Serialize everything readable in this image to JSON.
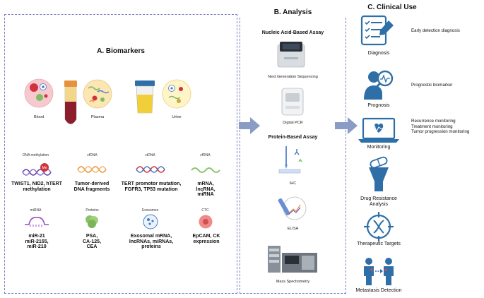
{
  "section_a": {
    "title": "A. Biomarkers",
    "samples": [
      "Blood",
      "Plasma",
      "Urine"
    ],
    "biomarkers": [
      {
        "type": "DNA methylation",
        "desc": [
          "TWIST1, NID2, hTERT",
          "methylation"
        ]
      },
      {
        "type": "cfDNA",
        "desc": [
          "Tumor-derived",
          "DNA fragments"
        ]
      },
      {
        "type": "ctDNA",
        "desc": [
          "TERT promotor mutation,",
          "FGFR3, TP53 mutation"
        ]
      },
      {
        "type": "cfRNA",
        "desc": [
          "mRNA,",
          "lncRNA,",
          "miRNA"
        ]
      },
      {
        "type": "miRNA",
        "desc": [
          "miR-21",
          "miR-2155,",
          "miR-210"
        ]
      },
      {
        "type": "Proteins",
        "desc": [
          "PSA,",
          "CA-125,",
          "CEA"
        ]
      },
      {
        "type": "Exosomes",
        "desc": [
          "Exosomal mRNA,",
          "lncRNAs, miRNAs,",
          "proteins"
        ]
      },
      {
        "type": "CTC",
        "desc": [
          "EpCAM, CK",
          "expression"
        ]
      }
    ],
    "me_badge": "Me"
  },
  "section_b": {
    "title": "B. Analysis",
    "nucleic_title": "Nucleic Acid-Based Assay",
    "protein_title": "Protein-Based Assay",
    "assays": [
      "Next Generation Sequencing",
      "Digital PCR",
      "IHC",
      "ELISA",
      "Mass Spectrometry"
    ]
  },
  "section_c": {
    "title": "C. Clinical Use",
    "uses": [
      {
        "label": [
          "Diagnosis"
        ],
        "desc": [
          "Early detection diagnosis"
        ]
      },
      {
        "label": [
          "Prognosis"
        ],
        "desc": [
          "Prognostic biomarker"
        ]
      },
      {
        "label": [
          "Monitoring"
        ],
        "desc": [
          "Recurrence monitoring",
          "Treatment monitoring",
          "Tumor progression monitoring"
        ]
      },
      {
        "label": [
          "Drug Resistance",
          "Analysis"
        ],
        "desc": []
      },
      {
        "label": [
          "Therapeutic Targets"
        ],
        "desc": []
      },
      {
        "label": [
          "Metastasis Detection"
        ],
        "desc": []
      }
    ]
  },
  "colors": {
    "panel_border": "#7b7fc4",
    "arrow": "#8a9cc4",
    "icon_blue": "#2f6fa8",
    "dna_purple": "#5b3fa8",
    "dna_orange": "#e8913c",
    "protein_green": "#8dc26b"
  }
}
